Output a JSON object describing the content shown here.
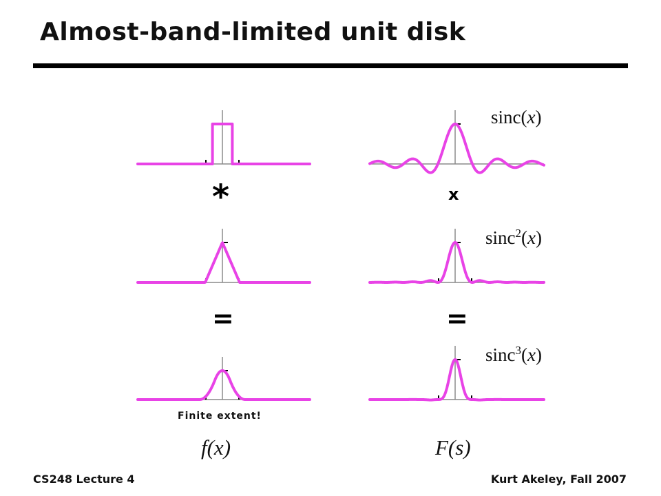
{
  "slide": {
    "title": "Almost-band-limited unit disk",
    "operators": {
      "convolve": "*",
      "multiply": "x",
      "equals_left": "=",
      "equals_right": "="
    },
    "function_labels": [
      {
        "prefix": "sinc",
        "power": "",
        "open": "(",
        "var": "x",
        "close": ")"
      },
      {
        "prefix": "sinc",
        "power": "2",
        "open": "(",
        "var": "x",
        "close": ")"
      },
      {
        "prefix": "sinc",
        "power": "3",
        "open": "(",
        "var": "x",
        "close": ")"
      }
    ],
    "note": "Finite extent!",
    "axis_names": {
      "left": "f(x)",
      "right": "F(s)"
    },
    "footer": {
      "left": "CS248 Lecture 4",
      "right": "Kurt Akeley, Fall 2007"
    },
    "colors": {
      "curve": "#e843e6",
      "axis": "#8a8a8a",
      "tick": "#000000",
      "rule": "#000000"
    }
  },
  "plots": [
    {
      "id": "box",
      "kind": "box",
      "half_width": 0.5
    },
    {
      "id": "sinc",
      "kind": "sinc",
      "power": 1
    },
    {
      "id": "triangle",
      "kind": "triangle",
      "half_width": 1
    },
    {
      "id": "sinc2",
      "kind": "sinc",
      "power": 2
    },
    {
      "id": "bspline",
      "kind": "bspline",
      "half_width": 1.5
    },
    {
      "id": "sinc3",
      "kind": "sinc",
      "power": 3
    }
  ]
}
